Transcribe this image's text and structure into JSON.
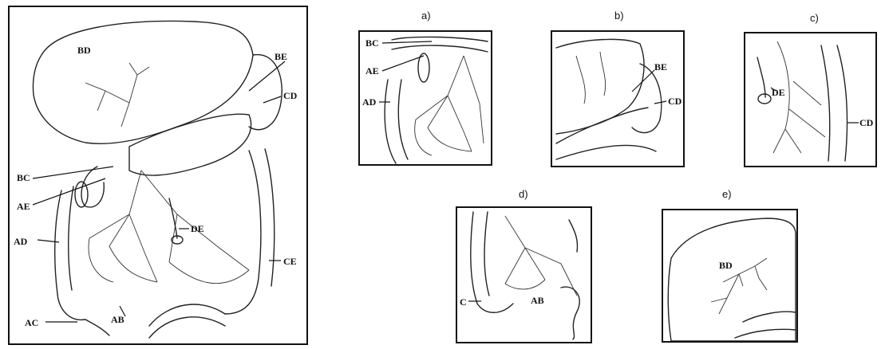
{
  "main_figure": {
    "labels": {
      "BD": "BD",
      "BE": "BE",
      "CD": "CD",
      "BC": "BC",
      "AE": "AE",
      "AD": "AD",
      "DE": "DE",
      "CE": "CE",
      "AC": "AC",
      "AB": "AB"
    }
  },
  "panels": [
    {
      "letter": "a)",
      "labels": [
        "BC",
        "AE",
        "AD"
      ]
    },
    {
      "letter": "b)",
      "labels": [
        "BE",
        "CD"
      ]
    },
    {
      "letter": "c)",
      "labels": [
        "DE",
        "CD"
      ]
    },
    {
      "letter": "d)",
      "labels": [
        "C",
        "AB"
      ]
    },
    {
      "letter": "e)",
      "labels": [
        "BD"
      ]
    }
  ]
}
